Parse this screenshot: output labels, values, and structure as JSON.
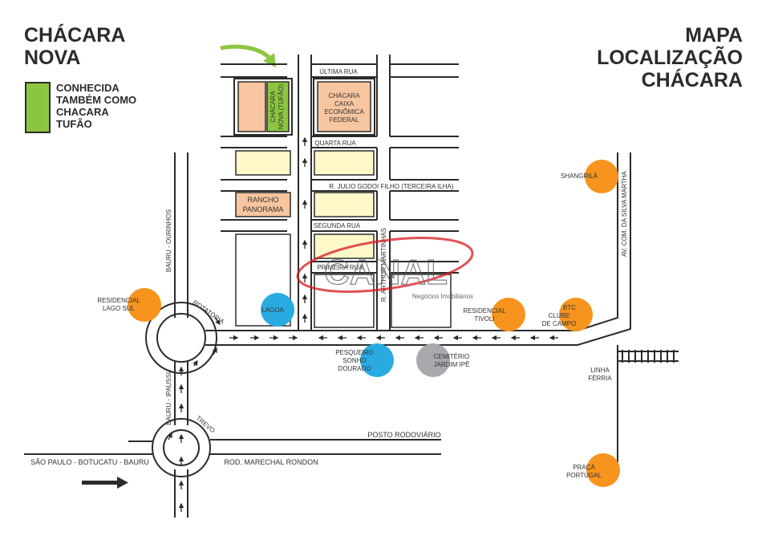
{
  "title_left": {
    "line1": "CHÁCARA",
    "line2": "NOVA"
  },
  "title_right": {
    "line1": "MAPA",
    "line2": "LOCALIZAÇÃO",
    "line3": "CHÁCARA"
  },
  "legend": {
    "lines": [
      "CONHECIDA",
      "TAMBÉM COMO",
      "CHACARA",
      "TUFÃO"
    ],
    "color": "#8cc63f"
  },
  "streets": {
    "ultima_rua": "ÚLTIMA RUA",
    "quarta_rua": "QUARTA RUA",
    "terceira": "R. JULIO GODOI FILHO (TERCEIRA ILHA)",
    "segunda_rua": "SEGUNDA RUA",
    "primeira_rua": "PRIMEIRA RUA",
    "r_vertical": "R. ARTHUR MARTINHAS",
    "bauru_ourinhos": "BAURU - OURINHOS",
    "bauru_ipaussu": "BAURU - IPAUSSU",
    "rotatoria": "ROTATÓRIA",
    "trevo": "TREVO",
    "posto": "POSTO RODOVIÁRIO",
    "marechal": "ROD. MARECHAL RONDON",
    "sp_botucatu": "SÃO PAULO - BOTUCATU - BAURU",
    "av_com": "AV. COM. DA SILVA MARTHA",
    "linha_ferria": [
      "LINHA",
      "FÉRRIA"
    ]
  },
  "blocks": {
    "chacara_nova": [
      "CHÁCARA",
      "NOVA (TUFÃO)"
    ],
    "caixa": [
      "CHÁCARA",
      "CAIXA",
      "ECONÔMICA",
      "FEDERAL"
    ],
    "rancho": [
      "RANCHO",
      "PANORAMA"
    ]
  },
  "places": {
    "shangrila": "SHANGRILÁ",
    "lago_sul": [
      "RESIDENCIAL",
      "LAGO SUL"
    ],
    "lagoa": "LAGOA",
    "pesqueiro": [
      "PESQUEIRO",
      "SONHO",
      "DOURADO"
    ],
    "cemiterio": [
      "CEMITÉRIO",
      "JARDIM IPÊ"
    ],
    "tivoli": [
      "RESIDENCIAL",
      "TIVOLI"
    ],
    "btc": [
      "BTC",
      "CLUBE",
      "DE CAMPO"
    ],
    "praca": [
      "PRAÇA",
      "PORTUGAL"
    ]
  },
  "watermark": {
    "brand": "CANAL",
    "subtitle": "Negócios Imobiliários"
  },
  "colors": {
    "orange": "#f7941d",
    "blue": "#29abe2",
    "gray": "#a7a9ac",
    "peach": "#f7c59f",
    "cream": "#fff8c9",
    "green": "#8cc63f",
    "road": "#2b2b2b",
    "watermark_red": "#d71920"
  }
}
